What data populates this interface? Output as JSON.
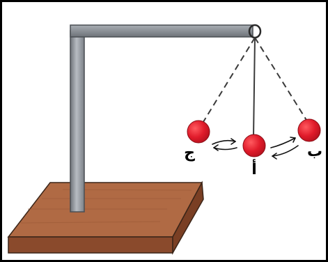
{
  "figure": {
    "labels": {
      "left_position": "ج",
      "center_position": "أ",
      "right_position": "ب"
    },
    "colors": {
      "bob": "#e01b2a",
      "stand_rod": "#8f949a",
      "base_top": "#b06a44",
      "base_side": "#8a4a2c",
      "string": "#3a3a3a",
      "frame": "#000000"
    }
  }
}
